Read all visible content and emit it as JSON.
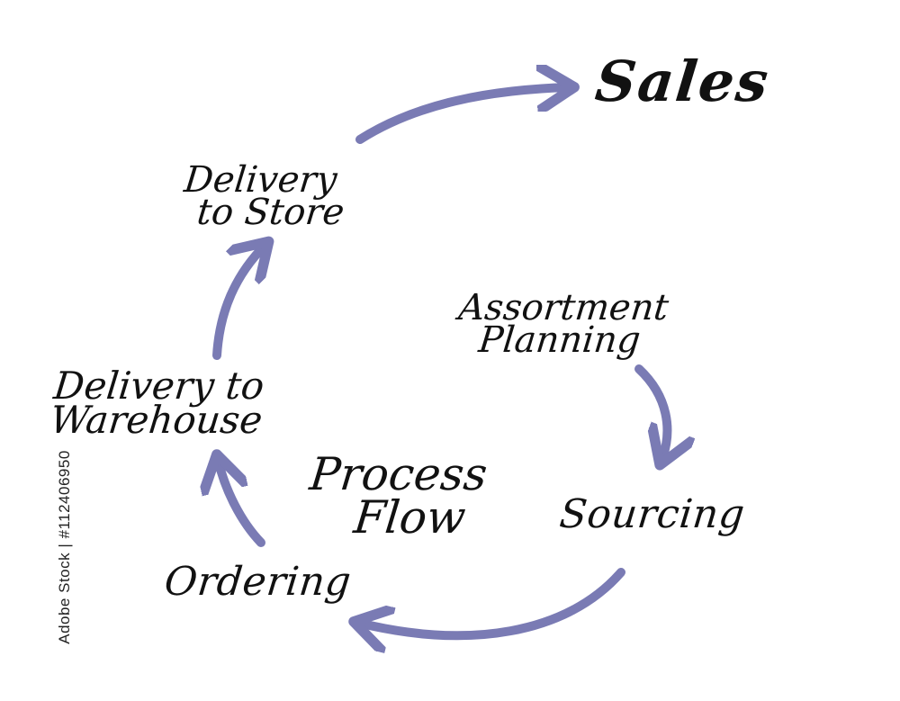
{
  "diagram": {
    "center_label": [
      "Process",
      "Flow"
    ],
    "nodes": {
      "sales": "Sales",
      "delivery_to_store": [
        "Delivery",
        "to Store"
      ],
      "assortment_planning": [
        "Assortment",
        "Planning"
      ],
      "delivery_to_warehouse": [
        "Delivery to",
        "Warehouse"
      ],
      "sourcing": "Sourcing",
      "ordering": "Ordering"
    },
    "arrow_color": "#7a7bb4",
    "text_color": "#111111"
  },
  "watermark": "Adobe Stock | #112406950"
}
